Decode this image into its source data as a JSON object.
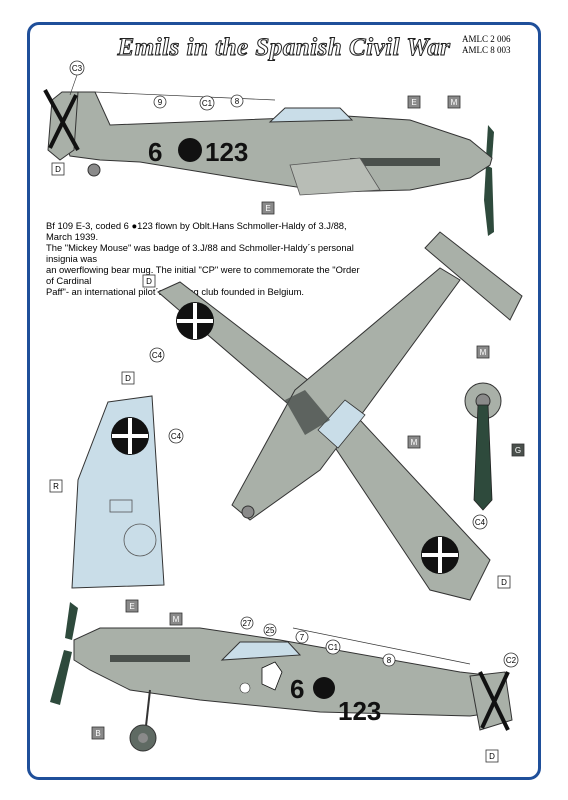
{
  "title": "Emils in the Spanish Civil War",
  "codes": [
    "AMLC 2 006",
    "AMLC 8 003"
  ],
  "description": [
    "Bf 109 E-3, coded 6 ●123  flown by Oblt.Hans Schmoller-Haldy of 3.J/88, March 1939.",
    "The \"Mickey Mouse\" was badge of 3.J/88 and Schmoller-Haldy´s  personal insignia was",
    "an owerflowing bear mug. The initial  \"CP\" were to commemorate the  \"Order of Cardinal",
    "Paff\"- an international pilot´s drinking club founded in Belgium."
  ],
  "aircraft_code": {
    "left": "6",
    "right": "123"
  },
  "callouts": {
    "c3": "C3",
    "c1": "C1",
    "c2": "C2",
    "c4": "C4",
    "n9": "9",
    "n8": "8",
    "n7": "7",
    "n27": "27",
    "n25": "25",
    "d": "D",
    "e": "E",
    "m": "M",
    "r": "R",
    "g": "G",
    "b": "B"
  },
  "colors": {
    "frame": "#1f4f9a",
    "upper_grey": "#a9b0a8",
    "light_blue": "#c9dde8",
    "dark_band": "#4a504c",
    "prop_green": "#2e4a3c",
    "key_grey": "#8a8a8a"
  }
}
